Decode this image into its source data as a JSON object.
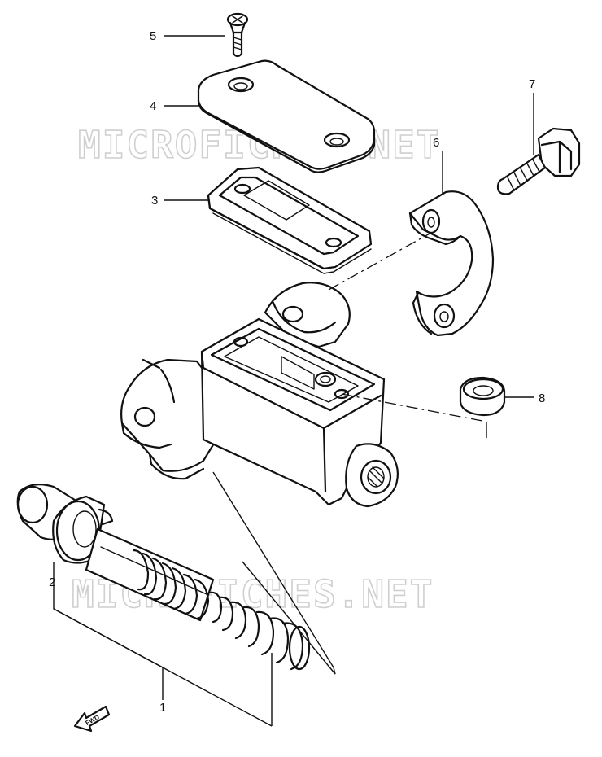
{
  "diagram": {
    "watermark": "MICROFICHES.NET",
    "direction_label": "FWD",
    "callouts": [
      {
        "id": "1",
        "label": "1"
      },
      {
        "id": "2",
        "label": "2"
      },
      {
        "id": "3",
        "label": "3"
      },
      {
        "id": "4",
        "label": "4"
      },
      {
        "id": "5",
        "label": "5"
      },
      {
        "id": "6",
        "label": "6"
      },
      {
        "id": "7",
        "label": "7"
      },
      {
        "id": "8",
        "label": "8"
      }
    ]
  }
}
